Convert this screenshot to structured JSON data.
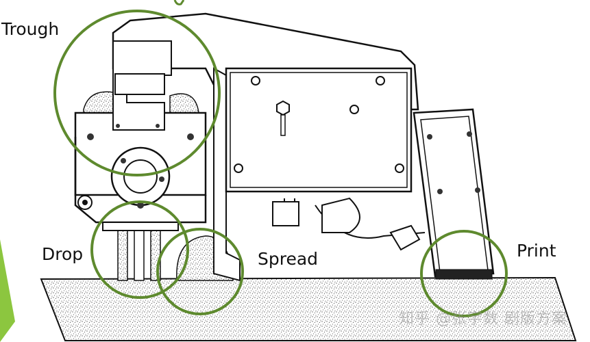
{
  "labels": {
    "trough": "Trough",
    "drop": "Drop",
    "spread": "Spread",
    "print": "Print"
  },
  "watermark": "知乎 @张宇数 剧版方案",
  "colors": {
    "highlight_circle": "#5e8a2e",
    "accent_bar": "#8cc63f",
    "line": "#111111",
    "ground_fill": "#ffffff"
  }
}
